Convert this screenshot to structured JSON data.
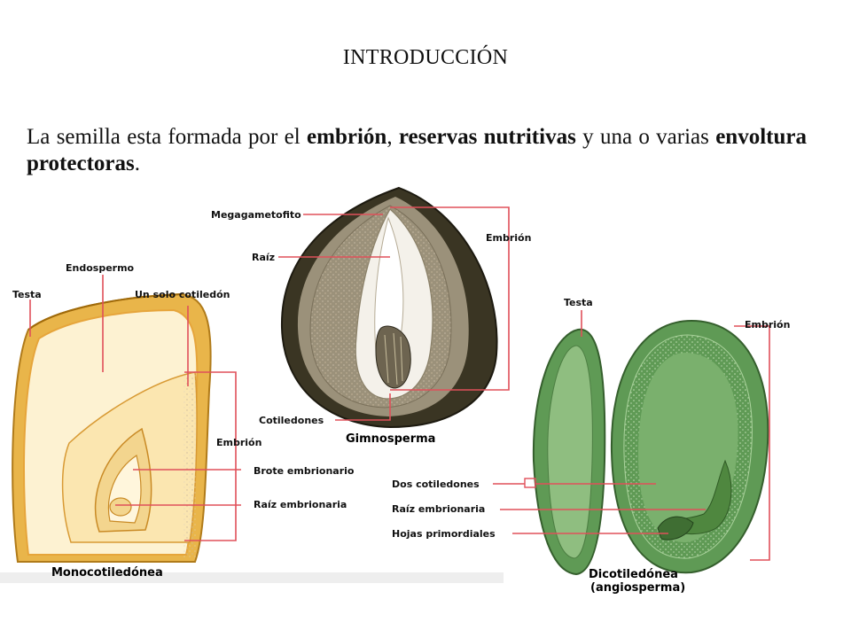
{
  "slide": {
    "title": "INTRODUCCIÓN",
    "intro": {
      "t1": "La semilla esta formada por el ",
      "b1": "embrión",
      "t2": ", ",
      "b2": "reservas nutritivas",
      "t3": " y una o varias ",
      "b3": "envoltura protectoras",
      "t4": "."
    }
  },
  "mono": {
    "caption": "Monocotiledónea",
    "labels": {
      "testa": "Testa",
      "endospermo": "Endospermo",
      "cotiledon": "Un solo cotiledón",
      "embrion": "Embrión",
      "brote": "Brote embrionario",
      "raiz": "Raíz embrionaria"
    }
  },
  "gimno": {
    "caption": "Gimnosperma",
    "labels": {
      "megagametofito": "Megagametofito",
      "raiz": "Raíz",
      "embrion": "Embrión",
      "cotiledones": "Cotiledones"
    }
  },
  "dico": {
    "caption1": "Dicotiledónea",
    "caption2": "(angiosperma)",
    "labels": {
      "testa": "Testa",
      "embrion": "Embrión",
      "dos_cotiledones": "Dos cotiledones",
      "raiz": "Raíz embrionaria",
      "hojas": "Hojas primordiales"
    }
  },
  "colors": {
    "leader_line": "#e0505a",
    "mono_outer": "#e9b54a",
    "mono_inner": "#fdf2d2",
    "gimno_coat": "#3a3523",
    "dico_green": "#5f9a55",
    "dico_light": "#eaf5e4"
  }
}
